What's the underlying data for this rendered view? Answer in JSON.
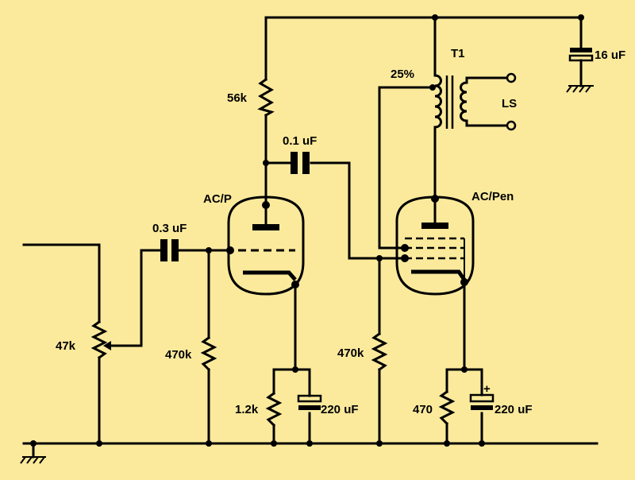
{
  "colors": {
    "background": "#fbea9c",
    "ink": "#000000"
  },
  "tubes": {
    "v1": {
      "label": "AC/P"
    },
    "v2": {
      "label": "AC/Pen"
    }
  },
  "transformer": {
    "label": "T1",
    "tap_label": "25%"
  },
  "speaker": {
    "label": "LS"
  },
  "components": {
    "c_supply": "16 uF",
    "r_plate": "56k",
    "c_coupling_2": "0.1 uF",
    "c_coupling_1": "0.3 uF",
    "pot_volume": "47k",
    "r_grid_1": "470k",
    "r_grid_2": "470k",
    "r_cathode_1": "1.2k",
    "c_cathode_1": "220 uF",
    "r_cathode_2": "470",
    "c_cathode_2": "220 uF",
    "polarity_mark": "+"
  }
}
